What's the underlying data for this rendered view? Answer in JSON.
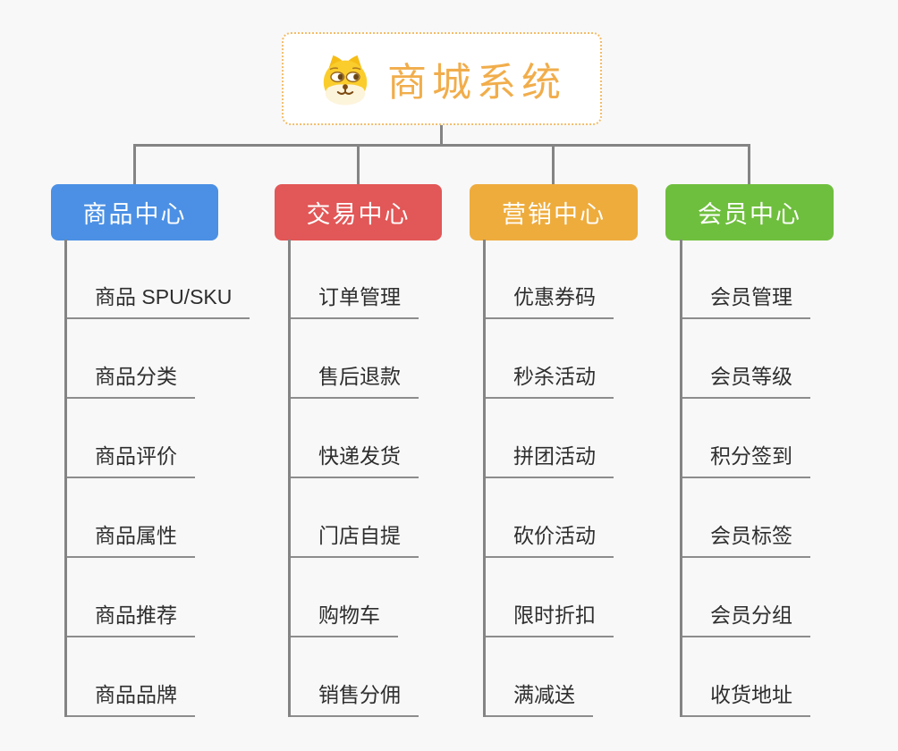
{
  "root": {
    "title": "商城系统",
    "icon": "dog-face-icon",
    "border_color": "#f3bd6a",
    "text_color": "#f1ad4b",
    "background": "#ffffff"
  },
  "canvas": {
    "background": "#f8f8f8",
    "connector_color": "#848484",
    "leaf_underline_color": "#8d8d8d",
    "leaf_text_color": "#2e2e2e"
  },
  "branches": [
    {
      "label": "商品中心",
      "color": "#4b90e4",
      "items": [
        "商品 SPU/SKU",
        "商品分类",
        "商品评价",
        "商品属性",
        "商品推荐",
        "商品品牌"
      ]
    },
    {
      "label": "交易中心",
      "color": "#e25757",
      "items": [
        "订单管理",
        "售后退款",
        "快递发货",
        "门店自提",
        "购物车",
        "销售分佣"
      ]
    },
    {
      "label": "营销中心",
      "color": "#eeac3d",
      "items": [
        "优惠券码",
        "秒杀活动",
        "拼团活动",
        "砍价活动",
        "限时折扣",
        "满减送"
      ]
    },
    {
      "label": "会员中心",
      "color": "#6fbf3e",
      "items": [
        "会员管理",
        "会员等级",
        "积分签到",
        "会员标签",
        "会员分组",
        "收货地址"
      ]
    }
  ]
}
